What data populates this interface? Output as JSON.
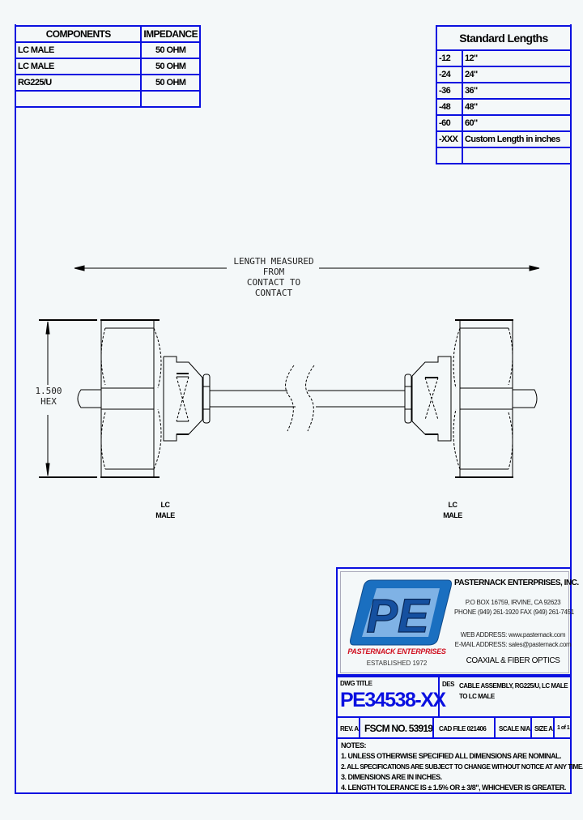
{
  "components_table": {
    "headers": [
      "COMPONENTS",
      "IMPEDANCE"
    ],
    "rows": [
      [
        "LC MALE",
        "50 OHM"
      ],
      [
        "LC MALE",
        "50 OHM"
      ],
      [
        "RG225/U",
        "50 OHM"
      ],
      [
        "",
        ""
      ]
    ]
  },
  "standard_lengths": {
    "title": "Standard Lengths",
    "rows": [
      [
        "-12",
        "12\""
      ],
      [
        "-24",
        "24\""
      ],
      [
        "-36",
        "36\""
      ],
      [
        "-48",
        "48\""
      ],
      [
        "-60",
        "60\""
      ],
      [
        "-XXX",
        "Custom Length in inches"
      ],
      [
        "",
        ""
      ]
    ]
  },
  "drawing": {
    "length_note_line1": "LENGTH MEASURED FROM",
    "length_note_line2": "CONTACT TO CONTACT",
    "hex_dim_line1": "1.500",
    "hex_dim_line2": "HEX",
    "left_connector": [
      "LC",
      "MALE"
    ],
    "right_connector": [
      "LC",
      "MALE"
    ],
    "line_color": "#000000"
  },
  "company": {
    "logo_text": "PE",
    "logo_colors": {
      "outer": "#1a6fc0",
      "inner": "#7fb2e5",
      "text": "#1550a0",
      "brand_red": "#d01020"
    },
    "brand_name": "PASTERNACK ENTERPRISES",
    "established": "ESTABLISHED 1972",
    "name": "PASTERNACK ENTERPRISES, INC.",
    "address": "P.O BOX 16759, IRVINE, CA 92623",
    "phone": "PHONE (949) 261-1920 FAX (949) 261-7451",
    "web": "WEB ADDRESS: www.pasternack.com",
    "email": "E-MAIL ADDRESS: sales@pasternack.com",
    "tagline": "COAXIAL & FIBER OPTICS"
  },
  "title_block": {
    "dwg_title_label": "DWG TITLE",
    "part_number": "PE34538-XX",
    "des_label": "DES",
    "description_line1": "CABLE ASSEMBLY, RG225/U, LC MALE",
    "description_line2": "TO LC MALE",
    "rev": "REV. A",
    "fscm": "FSCM NO.  53919",
    "cad_file": "CAD FILE   021406",
    "scale": "SCALE N/A",
    "size": "SIZE  A",
    "sheet": "1 of 1"
  },
  "notes": {
    "title": "NOTES:",
    "items": [
      "1. UNLESS OTHERWISE SPECIFIED ALL DIMENSIONS ARE NOMINAL.",
      "2. ALL SPECIFICATIONS ARE SUBJECT TO CHANGE WITHOUT NOTICE AT ANY TIME.",
      "3. DIMENSIONS ARE IN INCHES.",
      "4. LENGTH TOLERANCE IS ± 1.5% OR ± 3/8\", WHICHEVER IS GREATER."
    ]
  },
  "frame_color": "#0a10e0",
  "background_color": "#f4f8f9"
}
